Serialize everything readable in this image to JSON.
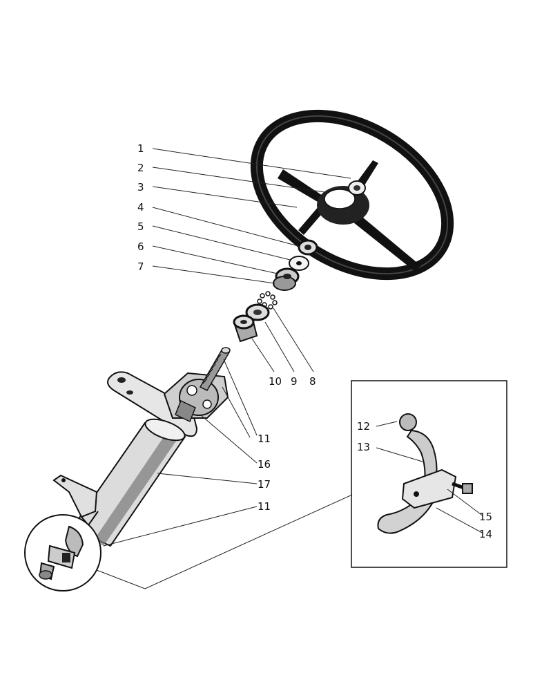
{
  "diagram": {
    "callouts": {
      "n1": "1",
      "n2": "2",
      "n3": "3",
      "n4": "4",
      "n5": "5",
      "n6": "6",
      "n7": "7",
      "n8": "8",
      "n9": "9",
      "n10": "10",
      "n11a": "11",
      "n16": "16",
      "n17": "17",
      "n11b": "11",
      "n12": "12",
      "n13": "13",
      "n14": "14",
      "n15": "15"
    }
  }
}
